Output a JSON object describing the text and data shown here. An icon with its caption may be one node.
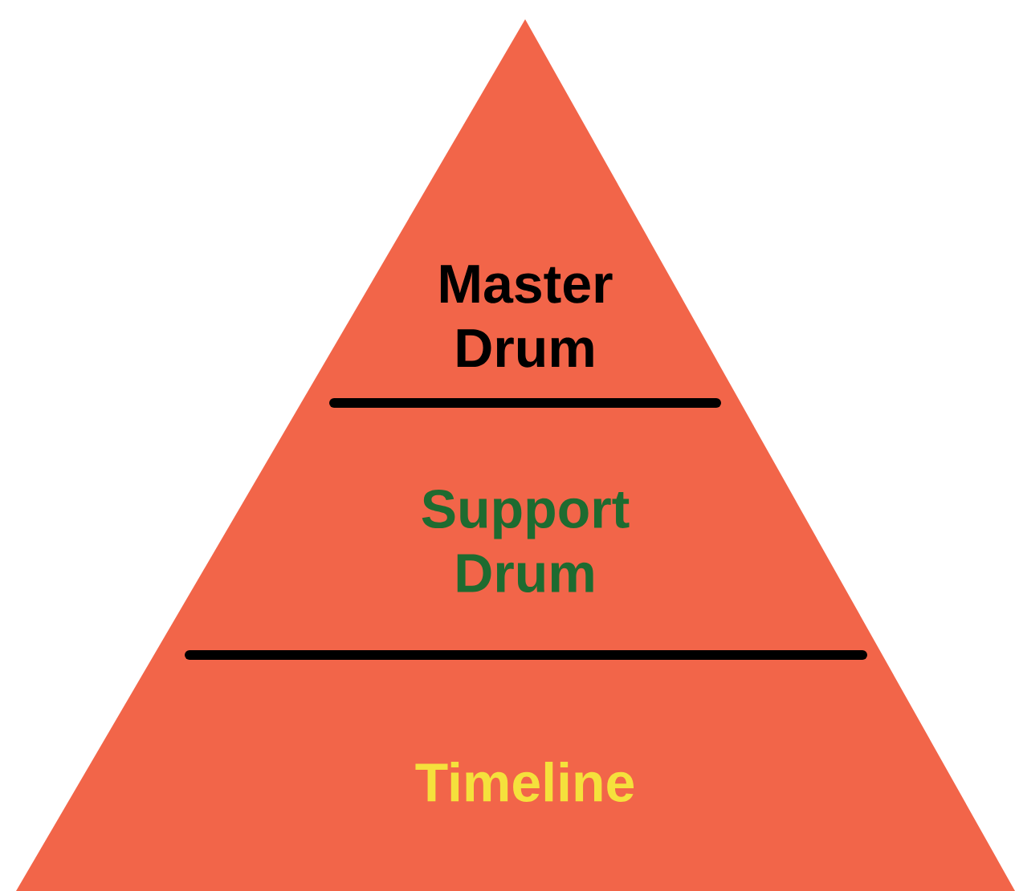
{
  "diagram": {
    "nodes": [
      {
        "text": [
          "Master Drum"
        ]
      },
      {
        "text": [
          "Support Drum"
        ]
      },
      {
        "text": [
          "Timeline"
        ]
      }
    ]
  }
}
